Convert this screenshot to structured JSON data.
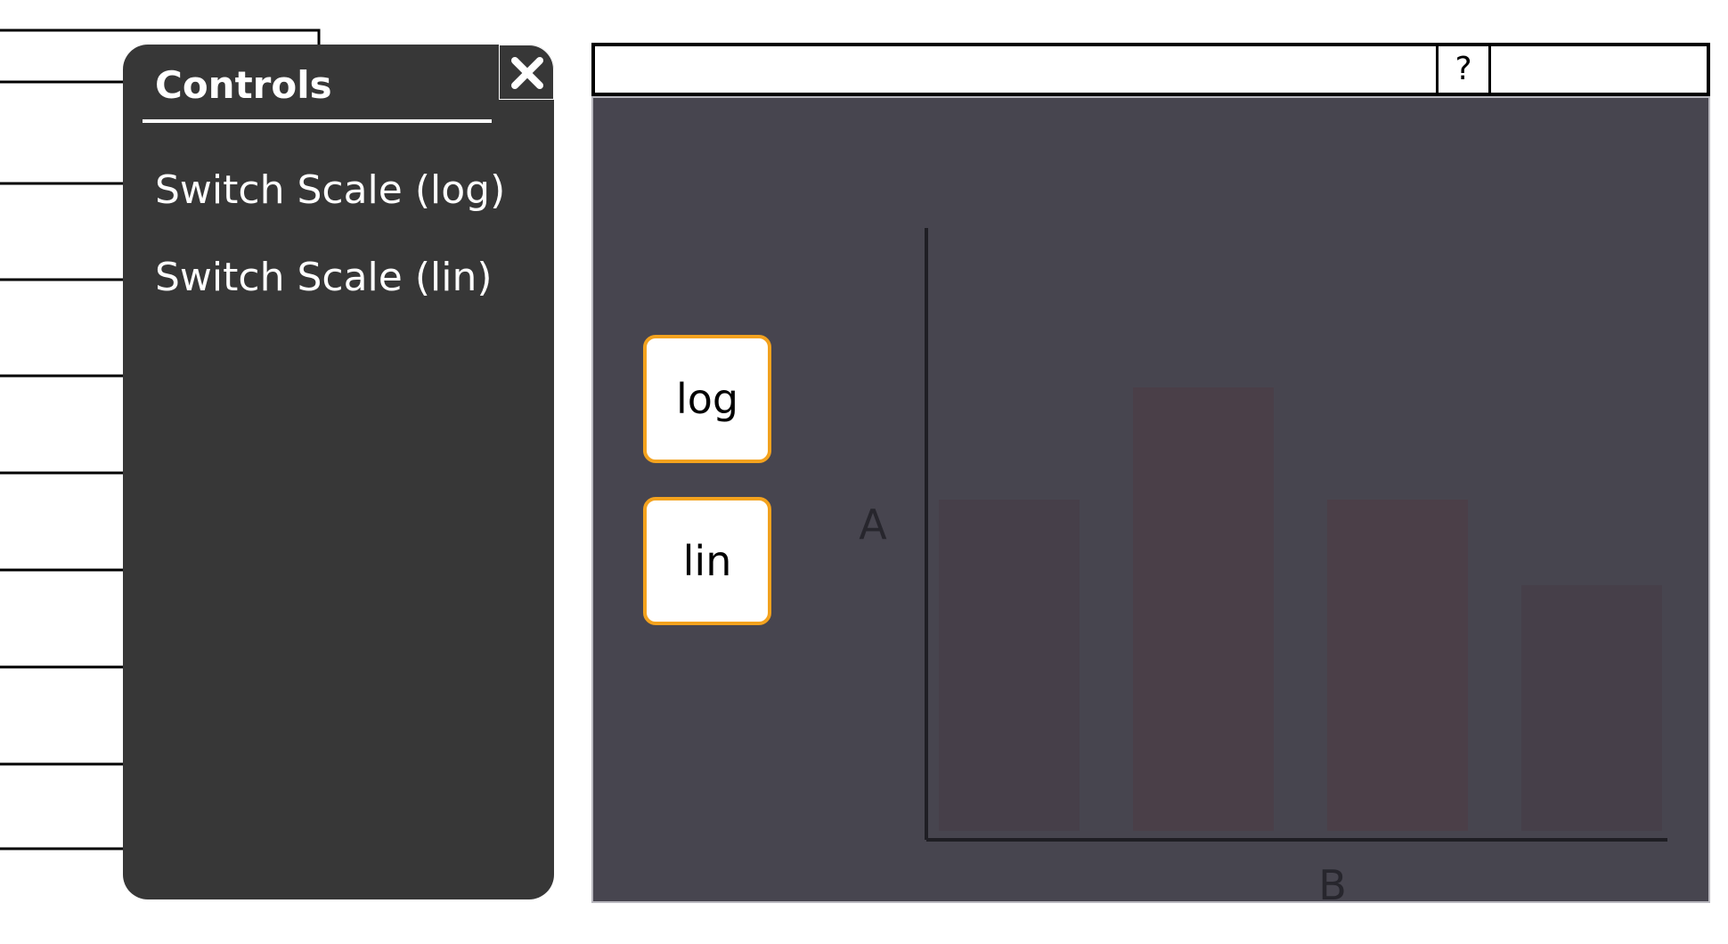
{
  "controls": {
    "title": "Controls",
    "close_icon": "close-icon",
    "items": [
      {
        "label": "Switch Scale (log)"
      },
      {
        "label": "Switch Scale (lin)"
      }
    ]
  },
  "window": {
    "help_label": "?"
  },
  "plot": {
    "buttons": {
      "log_label": "log",
      "lin_label": "lin"
    }
  },
  "colors": {
    "panel_bg": "#373737",
    "plot_bg": "#47454f",
    "button_border": "#f3a21e"
  },
  "chart_data": {
    "type": "bar",
    "categories": [
      "",
      "",
      "",
      ""
    ],
    "values": [
      0.62,
      0.83,
      0.62,
      0.46
    ],
    "xlabel": "B",
    "ylabel": "A",
    "ylim": [
      0,
      1
    ],
    "grid": false,
    "bar_colors": [
      "#463f49",
      "#4a3f48",
      "#4b3f48",
      "#463f49"
    ],
    "axis_color": "#1f1e24",
    "label_color": "#27262d"
  }
}
